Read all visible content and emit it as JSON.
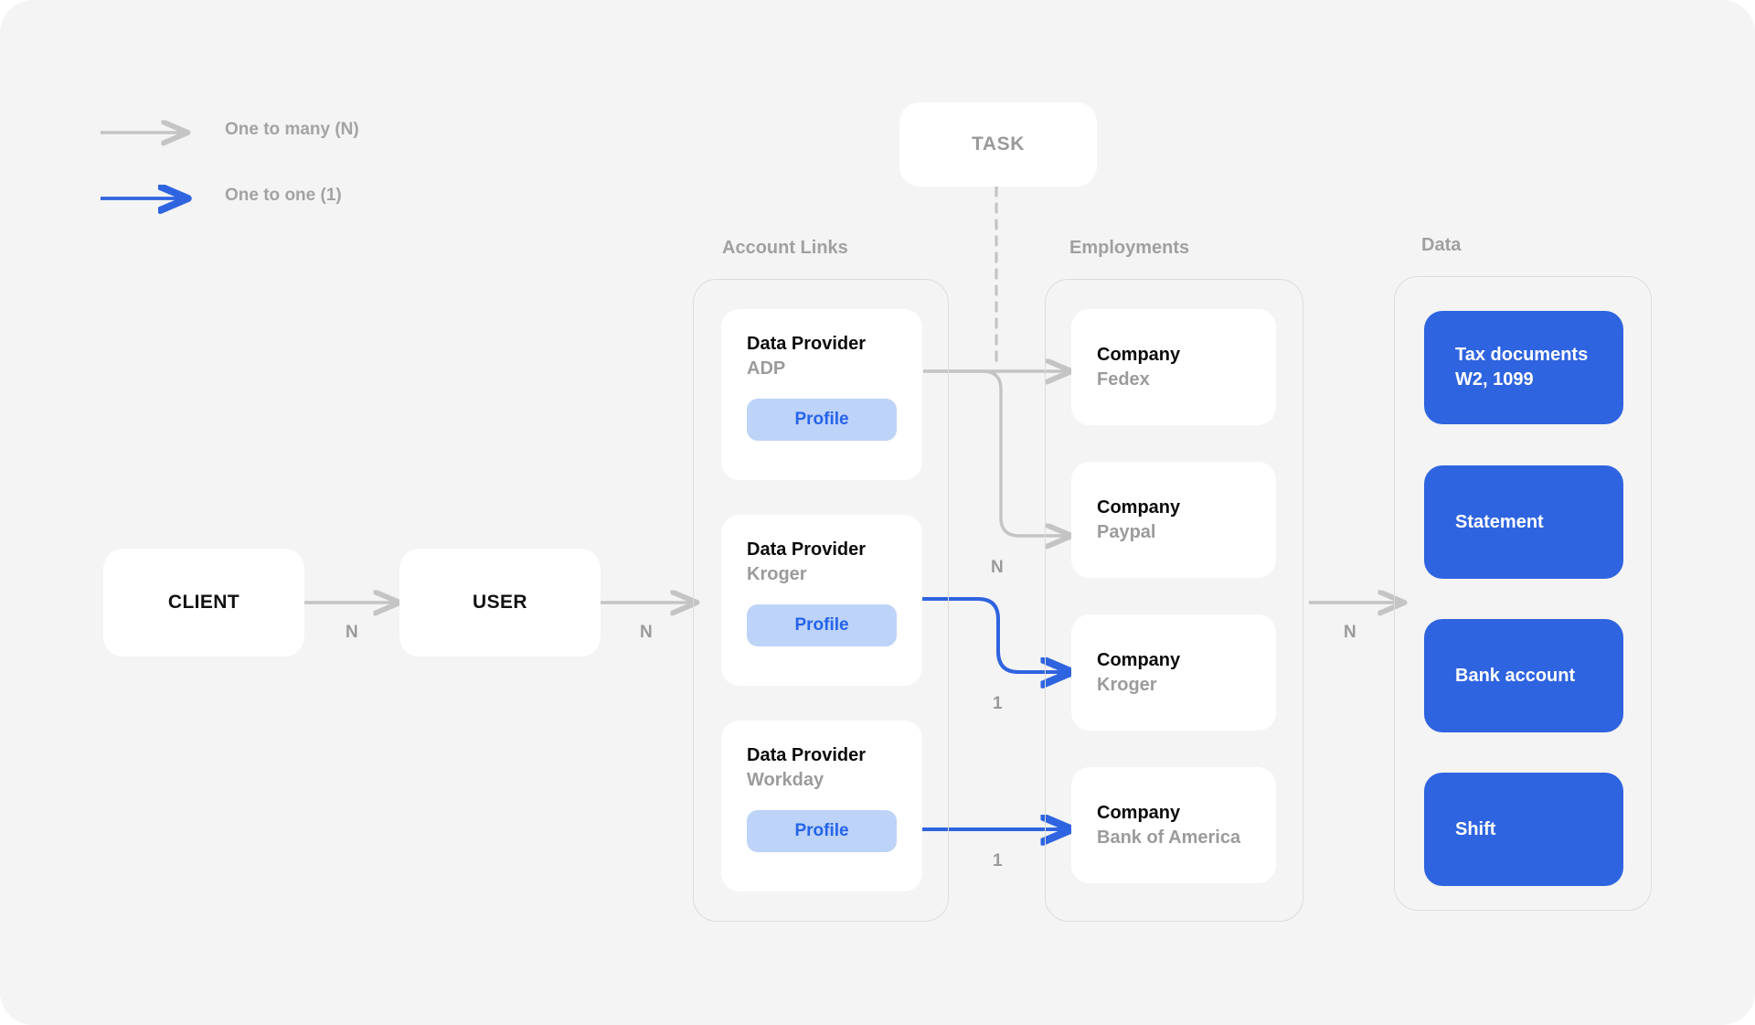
{
  "legend": {
    "items": [
      {
        "label": "One to many (N)",
        "color": "#c4c4c4",
        "kind": "one-to-many"
      },
      {
        "label": "One to one (1)",
        "color": "#2f64e0",
        "kind": "one-to-one"
      }
    ]
  },
  "task": {
    "label": "TASK"
  },
  "entities": {
    "client": "CLIENT",
    "user": "USER"
  },
  "columns": {
    "account_links": "Account Links",
    "employments": "Employments",
    "data": "Data"
  },
  "account_links": [
    {
      "title": "Data Provider",
      "name": "ADP",
      "action": "Profile"
    },
    {
      "title": "Data Provider",
      "name": "Kroger",
      "action": "Profile"
    },
    {
      "title": "Data Provider",
      "name": "Workday",
      "action": "Profile"
    }
  ],
  "employments": [
    {
      "title": "Company",
      "name": "Fedex"
    },
    {
      "title": "Company",
      "name": "Paypal"
    },
    {
      "title": "Company",
      "name": "Kroger"
    },
    {
      "title": "Company",
      "name": "Bank of America"
    }
  ],
  "data_items": [
    {
      "label": "Tax documents\nW2, 1099"
    },
    {
      "label": "Statement"
    },
    {
      "label": "Bank account"
    },
    {
      "label": "Shift"
    }
  ],
  "edge_labels": {
    "client_to_user": "N",
    "user_to_account_links": "N",
    "adp_to_paypal": "N",
    "kroger_to_kroger": "1",
    "workday_to_boa": "1",
    "employments_to_data": "N"
  },
  "colors": {
    "background": "#f4f4f4",
    "accent_blue": "#2f64e0",
    "pill_blue": "#bdd3f7",
    "pill_text": "#2563eb",
    "gray_edge": "#c4c4c4",
    "gray_text": "#9a9a9a",
    "card_white": "#ffffff",
    "group_border": "#dcdcdc"
  }
}
